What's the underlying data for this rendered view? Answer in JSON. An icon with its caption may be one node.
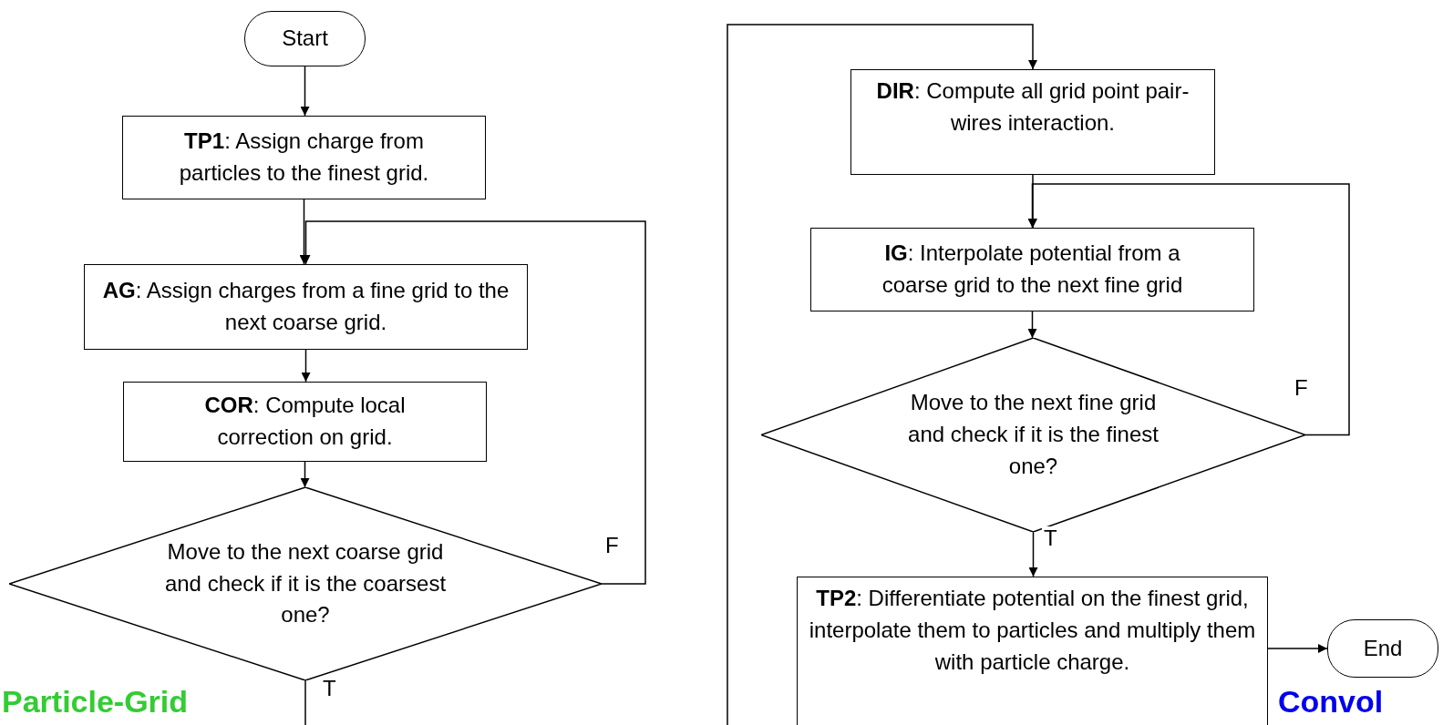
{
  "diagram": {
    "nodes": [
      {
        "text": [
          "Start"
        ]
      },
      {
        "text": [
          "**TP1**: Assign charge from particles to the finest grid."
        ]
      },
      {
        "text": [
          "**AG**: Assign charges from a fine grid to the next coarse grid."
        ]
      },
      {
        "text": [
          "**COR**: Compute local correction on grid."
        ]
      },
      {
        "text": [
          "Move to the next coarse grid and check if it is the coarsest one?"
        ]
      },
      {
        "text": [
          "**DIR**: Compute all grid point pair-wires interaction."
        ]
      },
      {
        "text": [
          "**IG**: Interpolate potential from a coarse grid to the next fine grid"
        ]
      },
      {
        "text": [
          "Move to the next fine grid and check if it is the finest one?"
        ]
      },
      {
        "text": [
          "**TP2**: Differentiate potential on the finest grid, interpolate them to particles and multiply them with particle charge."
        ]
      },
      {
        "text": [
          "End"
        ]
      }
    ],
    "edges": [
      {
        "from": 0,
        "to": 1,
        "arrow": "to"
      },
      {
        "from": 1,
        "to": 2,
        "arrow": "to"
      },
      {
        "from": 2,
        "to": 3,
        "arrow": "to"
      },
      {
        "from": 3,
        "to": 4,
        "arrow": "to"
      },
      {
        "from": 4,
        "to": 2,
        "arrow": "to",
        "label": "F"
      },
      {
        "from": 4,
        "to": 5,
        "arrow": "to",
        "label": "T"
      },
      {
        "from": 5,
        "to": 6,
        "arrow": "to"
      },
      {
        "from": 6,
        "to": 7,
        "arrow": "to"
      },
      {
        "from": 7,
        "to": 6,
        "arrow": "to",
        "label": "F"
      },
      {
        "from": 7,
        "to": 8,
        "arrow": "to",
        "label": "T"
      },
      {
        "from": 8,
        "to": 9,
        "arrow": "to"
      }
    ],
    "labels": [
      "Particle-Grid",
      "Convol"
    ]
  }
}
